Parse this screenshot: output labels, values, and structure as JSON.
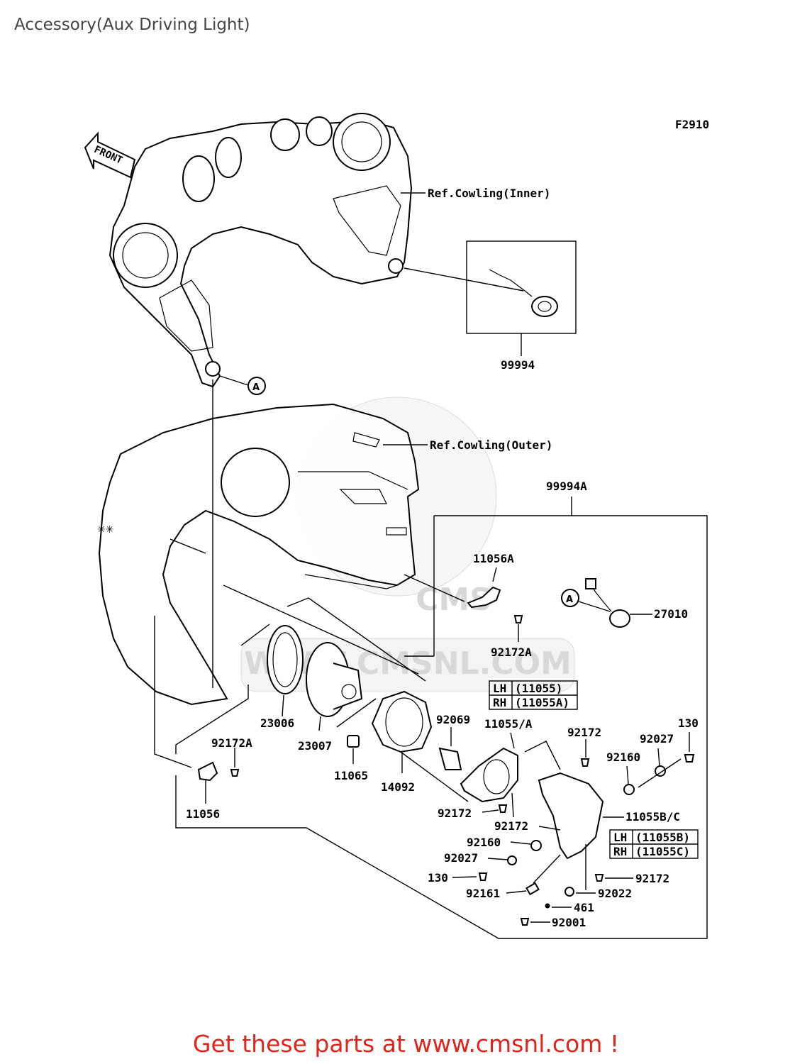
{
  "page": {
    "title": "Accessory(Aux Driving Light)",
    "footer_link": "Get these parts at www.cmsnl.com !"
  },
  "diagram": {
    "figure_code": "F2910",
    "front_marker": "FRONT",
    "ref_inner": "Ref.Cowling(Inner)",
    "ref_outer": "Ref.Cowling(Outer)",
    "callout_letter": "A",
    "watermark_url": "WWW.CMSNL.COM",
    "watermark_logo": "CMS",
    "parts": {
      "p99994": "99994",
      "p99994A": "99994A",
      "p11056A": "11056A",
      "p27010": "27010",
      "p92172A_top": "92172A",
      "p23006": "23006",
      "p23007": "23007",
      "p11065": "11065",
      "p14092": "14092",
      "p92069": "92069",
      "p11055A": "11055/A",
      "p92172_a": "92172",
      "p130_right": "130",
      "p92027_right": "92027",
      "p92160_right": "92160",
      "p11055BC": "11055B/C",
      "p92172A_left": "92172A",
      "p11056": "11056",
      "p92172_b": "92172",
      "p92172_c": "92172",
      "p92160_left": "92160",
      "p92027_left": "92027",
      "p130_left": "130",
      "p92161": "92161",
      "p92172_d": "92172",
      "p92022": "92022",
      "p461": "461",
      "p92001": "92001"
    },
    "table_top": {
      "lh_side": "LH",
      "lh_code": "(11055)",
      "rh_side": "RH",
      "rh_code": "(11055A)"
    },
    "table_bottom": {
      "lh_side": "LH",
      "lh_code": "(11055B)",
      "rh_side": "RH",
      "rh_code": "(11055C)"
    }
  }
}
